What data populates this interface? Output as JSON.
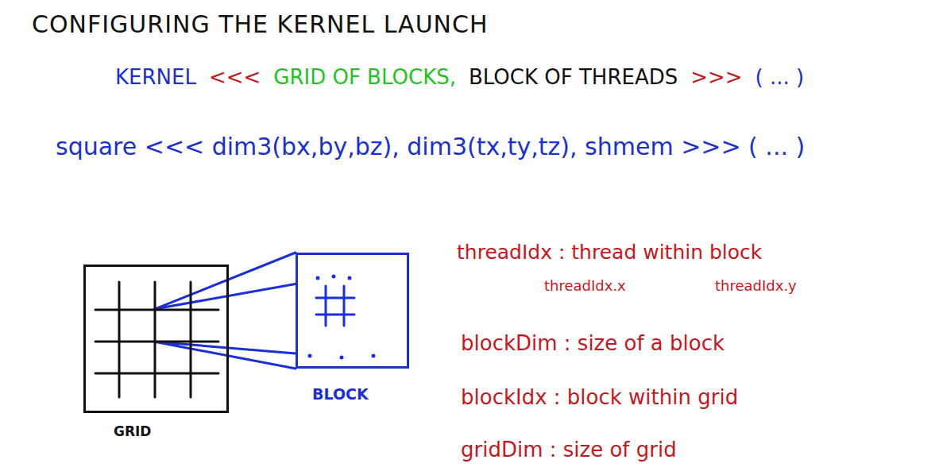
{
  "diagram": {
    "title": "CONFIGURING THE KERNEL LAUNCH",
    "nodes": [
      {
        "text": [
          "GRID"
        ]
      },
      {
        "text": [
          "BLOCK"
        ]
      }
    ],
    "edges": [
      {
        "from": 0,
        "to": 1,
        "arrow": "none"
      }
    ],
    "labels": [
      "KERNEL",
      "<<<",
      "GRID OF BLOCKS,",
      "BLOCK OF THREADS",
      ">>>",
      "( ... )",
      "square <<< dim3(bx,by,bz), dim3(tx,ty,tz), shmem >>> ( ... )",
      "threadIdx : thread within block",
      "threadIdx.x",
      "threadIdx.y",
      "blockDim : size of a block",
      "blockIdx : block within grid",
      "gridDim : size of grid"
    ]
  }
}
